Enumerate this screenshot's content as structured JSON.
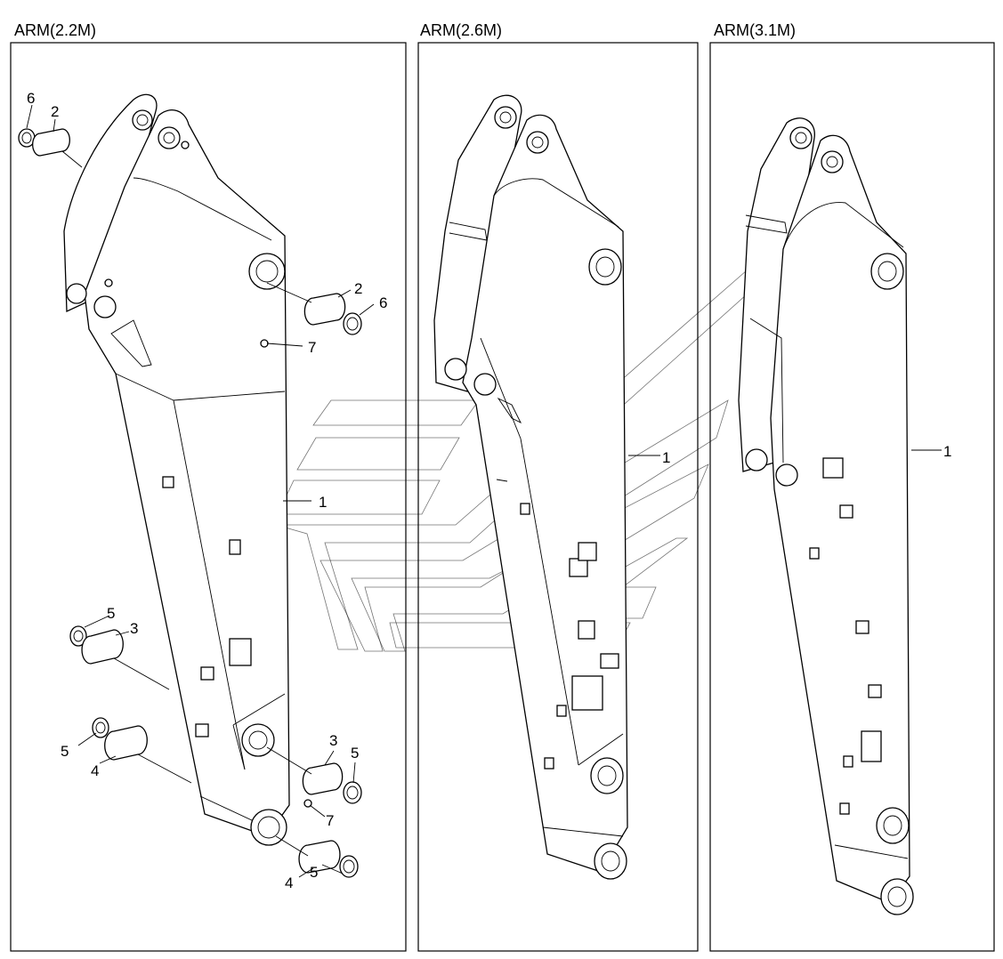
{
  "panels": [
    {
      "title": "ARM(2.2M)"
    },
    {
      "title": "ARM(2.6M)"
    },
    {
      "title": "ARM(3.1M)"
    }
  ],
  "callouts": {
    "p1": [
      "6",
      "2",
      "2",
      "6",
      "7",
      "1",
      "5",
      "3",
      "5",
      "4",
      "3",
      "5",
      "7",
      "4",
      "5"
    ],
    "p2": [
      "1"
    ],
    "p3": [
      "1"
    ]
  },
  "parts_legend": {
    "arm": "1",
    "bushing_top": "2",
    "bushing_mid": "3",
    "bushing_bottom": "4",
    "shim_lower": "5",
    "shim_upper": "6",
    "grease_nipple": "7"
  }
}
